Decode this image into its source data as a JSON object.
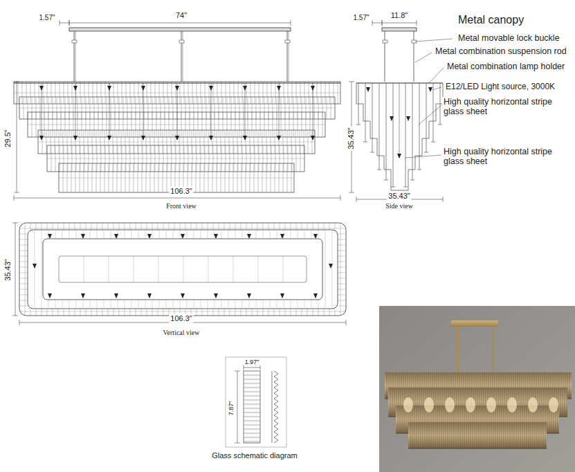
{
  "diagram": {
    "labels": [
      "1.57\"",
      "74\"",
      "29.5\"",
      "106.3\"",
      "Front view",
      "1.57\"",
      "11.8\"",
      "Metal canopy",
      "Metal movable lock buckle",
      "Metal combination suspension rod",
      "Metal combination lamp holder",
      "E12/LED Light source, 3000K",
      "High quality horizontal stripe glass sheet",
      "35.43\"",
      "High quality horizontal stripe glass sheet",
      "35.43\"",
      "Side view",
      "35.43\"",
      "106.3\"",
      "Vertical view",
      "1.97\"",
      "7.87\"",
      "Glass schematic diagram"
    ]
  }
}
